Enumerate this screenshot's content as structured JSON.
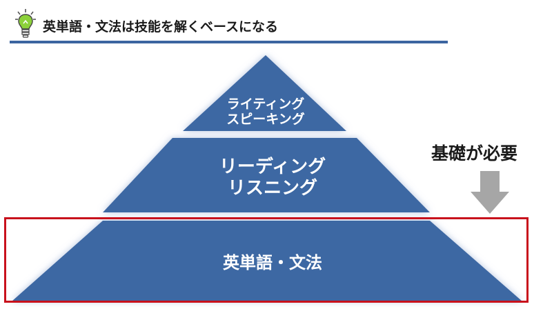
{
  "header": {
    "title": "英単語・文法は技能を解くベースになる",
    "icon": "lightbulb-icon"
  },
  "pyramid": {
    "tiers": [
      {
        "lines": [
          "ライティング",
          "スピーキング"
        ]
      },
      {
        "lines": [
          "リーディング",
          "リスニング"
        ]
      },
      {
        "lines": [
          "英単語・文法"
        ]
      }
    ]
  },
  "callout": {
    "label": "基礎が必要",
    "icon": "down-arrow-icon"
  },
  "colors": {
    "accent": "#3c65a0",
    "pyramid_fill": "#3d68a3",
    "highlight_border": "#c8111c",
    "arrow": "#a6a6a6"
  }
}
